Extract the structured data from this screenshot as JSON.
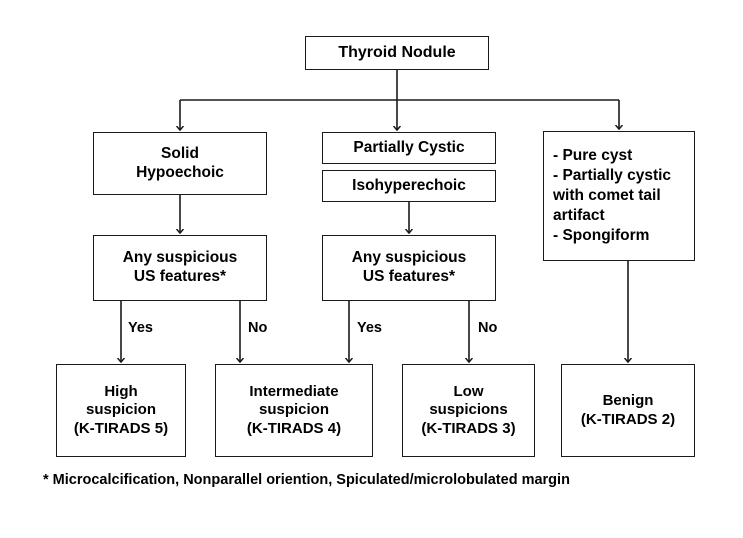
{
  "diagram": {
    "title_node": "Thyroid Nodule",
    "nodes": {
      "root": {
        "label": "Thyroid Nodule"
      },
      "solid_hypoechoic": {
        "line1": "Solid",
        "line2": "Hypoechoic"
      },
      "partially_cystic": {
        "label": "Partially Cystic"
      },
      "isohyperechoic": {
        "label": "Isohyperechoic"
      },
      "benign_features": {
        "line1": "- Pure cyst",
        "line2": "- Partially cystic",
        "line3": "with comet tail",
        "line4": "artifact",
        "line5": "- Spongiform"
      },
      "suspicious_left": {
        "line1": "Any suspicious",
        "line2": "US features*"
      },
      "suspicious_right": {
        "line1": "Any suspicious",
        "line2": "US features*"
      },
      "high_suspicion": {
        "line1": "High",
        "line2": "suspicion",
        "line3": "(K-TIRADS 5)"
      },
      "intermediate_suspicion": {
        "line1": "Intermediate",
        "line2": "suspicion",
        "line3": "(K-TIRADS 4)"
      },
      "low_suspicions": {
        "line1": "Low",
        "line2": "suspicions",
        "line3": "(K-TIRADS 3)"
      },
      "benign": {
        "line1": "Benign",
        "line2": "(K-TIRADS 2)"
      }
    },
    "edge_labels": {
      "yes_left": "Yes",
      "no_left": "No",
      "yes_right": "Yes",
      "no_right": "No"
    },
    "footnote": "* Microcalcification, Nonparallel oriention, Spiculated/microlobulated margin",
    "colors": {
      "stroke": "#1a1a1a",
      "text": "#000000",
      "background": "#ffffff"
    }
  }
}
